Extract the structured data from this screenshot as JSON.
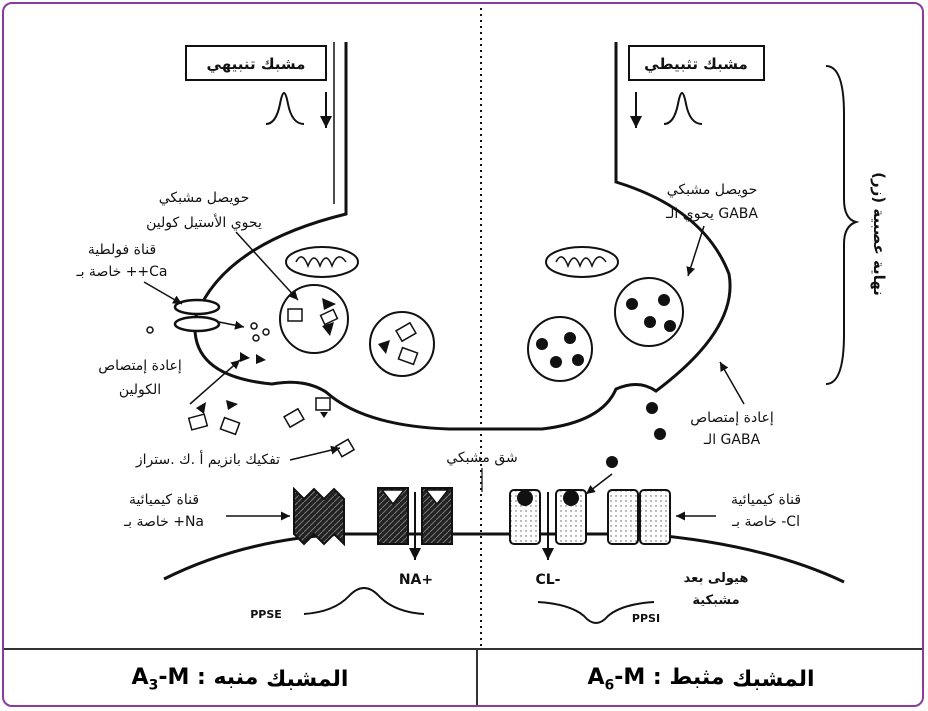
{
  "left_panel": {
    "box_label": "مشبك تنبيهي",
    "vesicle_label": [
      "حويصل مشبكي",
      "يحوي الأستيل كولين"
    ],
    "channel_label": [
      "قناة فولطية",
      "خاصة بـ ++Ca"
    ],
    "reuptake_label": [
      "إعادة إمتصاص",
      "الكولين"
    ],
    "enzyme_label": "تفكيك بانزيم أ .ك .ستراز",
    "chemical_channel_label": [
      "قناة كيميائية",
      "خاصة بـ +Na"
    ],
    "ion_label": "NA+",
    "potential_label": "PPSE"
  },
  "right_panel": {
    "box_label": "مشبك تثبيطي",
    "vesicle_label": [
      "حويصل مشبكي",
      "يحوي الـ GABA"
    ],
    "reuptake_label": [
      "إعادة إمتصاص",
      "الـ GABA"
    ],
    "chemical_channel_label": [
      "قناة كيميائية",
      "خاصة بـ -Cl"
    ],
    "ion_label": "CL-",
    "potential_label": "PPSI",
    "postsynaptic_label": [
      "هيولى بعد",
      "مشبكية"
    ],
    "side_label": "نهاية عصبية (زر)"
  },
  "center": {
    "cleft_label": "شق مشبكي"
  },
  "captions": {
    "left": {
      "prefix": "المشبك",
      "code": "A",
      "sub": "3",
      "suffix": "-M : منبه"
    },
    "right": {
      "prefix": "المشبك",
      "code": "A",
      "sub": "6",
      "suffix": "-M : مثبط"
    }
  },
  "colors": {
    "frame": "#8a3b9c",
    "ink": "#111111"
  }
}
